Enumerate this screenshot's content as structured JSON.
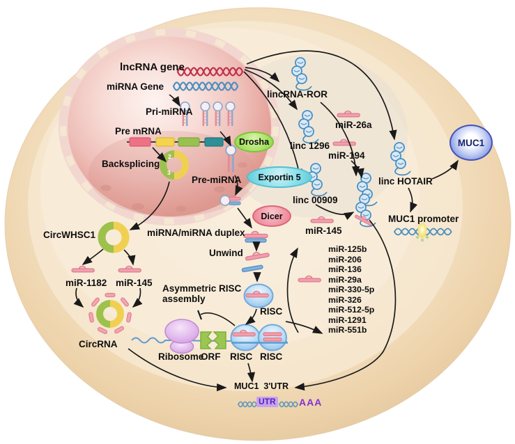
{
  "nucleus": {
    "lncrna_gene": "lncRNA gene",
    "mirna_gene": "miRNA Gene",
    "pri_mirna": "Pri-miRNA",
    "pre_mrna": "Pre mRNA",
    "backsplicing": "Backsplicing",
    "pre_mirna_exported": "Pre-miRNA",
    "donut_num_2": "2",
    "donut_num_3": "3"
  },
  "enzymes": {
    "drosha": "Drosha",
    "exportin5": "Exportin 5",
    "dicer": "Dicer"
  },
  "core_pathway": {
    "duplex": "miRNA/miRNA duplex",
    "unwind": "Unwind",
    "asym_line1": "Asymmetric RISC",
    "asym_line2": "assembly",
    "risc_free": "RISC",
    "ribosome": "Ribosome",
    "orf": "ORF",
    "risc_a": "RISC",
    "risc_b": "RISC",
    "muc1_3utr": "MUC1  3'UTR",
    "utr_tag": "UTR",
    "polya": "AAA"
  },
  "circ_axis": {
    "circwhsc1": "CircWHSC1",
    "mir_1182": "miR-1182",
    "mir_145": "miR-145",
    "circrna": "CircRNA"
  },
  "linc_axis": {
    "lincrna_ror": "lincRNA-ROR",
    "mir_26a": "miR-26a",
    "linc_1296": "linc 1296",
    "mir_194": "miR-194",
    "linc_00909": "linc 00909",
    "mir_145": "miR-145",
    "linc_hotair": "linc HOTAIR",
    "muc1": "MUC1",
    "muc1_promoter": "MUC1 promoter"
  },
  "mir_list": [
    "miR-125b",
    "miR-206",
    "miR-136",
    "miR-29a",
    "miR-330-5p",
    "miR-326",
    "miR-512-5p",
    "miR-1291",
    "miR-551b"
  ],
  "colors": {
    "cell_fill": "#f3dfc4",
    "nucleus_pink": "#eebbb4",
    "drosha_green": "#a8e065",
    "exportin_cyan": "#8adfe9",
    "dicer_pink": "#f29aa8",
    "mirna_salmon": "#f0a0ad",
    "rna_blue": "#4a8fc0",
    "lncrna_red": "#c0304a",
    "risc_blue": "#9ecdf0",
    "ribosome_purple": "#d9a9e6",
    "orf_green": "#9cc653",
    "circ_green": "#9dc14d",
    "circ_yellow": "#f0d052",
    "muc1_blue": "#5a6fd0",
    "utr_purple": "#8430d6",
    "arrow_black": "#1a1a1a"
  }
}
